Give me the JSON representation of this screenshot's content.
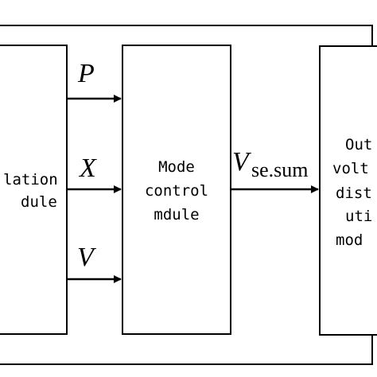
{
  "left_block": {
    "lines": [
      "lation",
      "dule"
    ]
  },
  "middle_block": {
    "lines": [
      "Mode",
      "control",
      "mdule"
    ]
  },
  "right_block": {
    "lines": [
      "Out",
      "volt",
      "dist",
      "uti",
      "mod"
    ]
  },
  "signals": {
    "p": "P",
    "x": "X",
    "v": "V",
    "vse_main": "V",
    "vse_sub": "se.sum"
  }
}
